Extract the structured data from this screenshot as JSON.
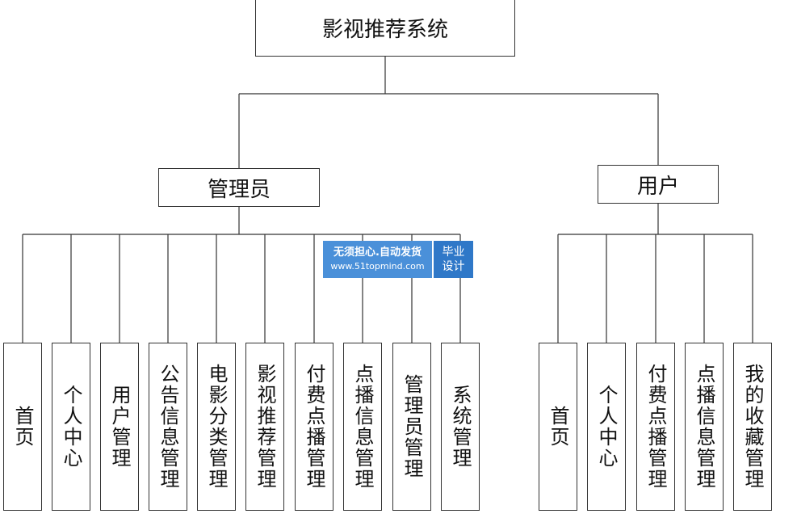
{
  "root": {
    "label": "影视推荐系统"
  },
  "branches": [
    {
      "label": "管理员",
      "children": [
        "首页",
        "个人中心",
        "用户管理",
        "公告信息管理",
        "电影分类管理",
        "影视推荐管理",
        "付费点播管理",
        "点播信息管理",
        "管理员管理",
        "系统管理"
      ]
    },
    {
      "label": "用户",
      "children": [
        "首页",
        "个人中心",
        "付费点播管理",
        "点播信息管理",
        "我的收藏管理"
      ]
    }
  ],
  "watermark": {
    "line1": "无须担心.自动发货",
    "line2": "www.51topmind.com",
    "side_line1": "毕业",
    "side_line2": "设计"
  },
  "colors": {
    "line": "#333333",
    "box_border": "#333333",
    "watermark_bg": "#4a90d9"
  }
}
